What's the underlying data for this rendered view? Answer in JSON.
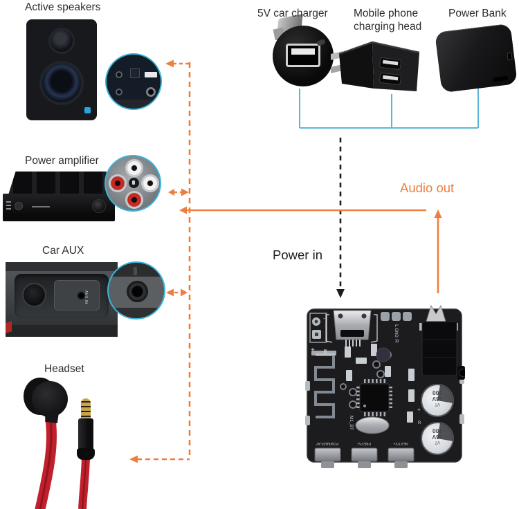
{
  "colors": {
    "accent_orange": "#ee7e3d",
    "power_line_black": "#1c1c1c",
    "charger_bracket_blue": "#58b7d8",
    "zoom_ring_teal": "#3cb4d8",
    "headset_cable_red": "#c01f2b"
  },
  "devices": {
    "active_speakers": {
      "label": "Active speakers"
    },
    "power_amplifier": {
      "label": "Power amplifier"
    },
    "car_aux": {
      "label": "Car AUX",
      "panel_text": "AUX IN"
    },
    "headset": {
      "label": "Headset"
    },
    "car_charger": {
      "label": "5V car charger"
    },
    "phone_charger": {
      "label": "Mobile phone charging head"
    },
    "power_bank": {
      "label": "Power Bank"
    }
  },
  "flows": {
    "audio_out": {
      "label": "Audio out"
    },
    "power_in": {
      "label": "Power in"
    }
  },
  "board": {
    "silkscreen": {
      "left_channel": "L",
      "ground": "GND",
      "right_channel": "R",
      "plus": "+",
      "minus": "-",
      "cap_plus": "+",
      "cap_r": "R",
      "bt_label": "M1_BT"
    },
    "capacitors": [
      {
        "value": "100",
        "voltage": "16V",
        "mark": "VT"
      },
      {
        "value": "100",
        "voltage": "16V",
        "mark": "VT"
      }
    ],
    "buttons": [
      {
        "label": "POWER/PLAY"
      },
      {
        "label": "PREV/V-"
      },
      {
        "label": "NEXT/V+"
      }
    ]
  }
}
